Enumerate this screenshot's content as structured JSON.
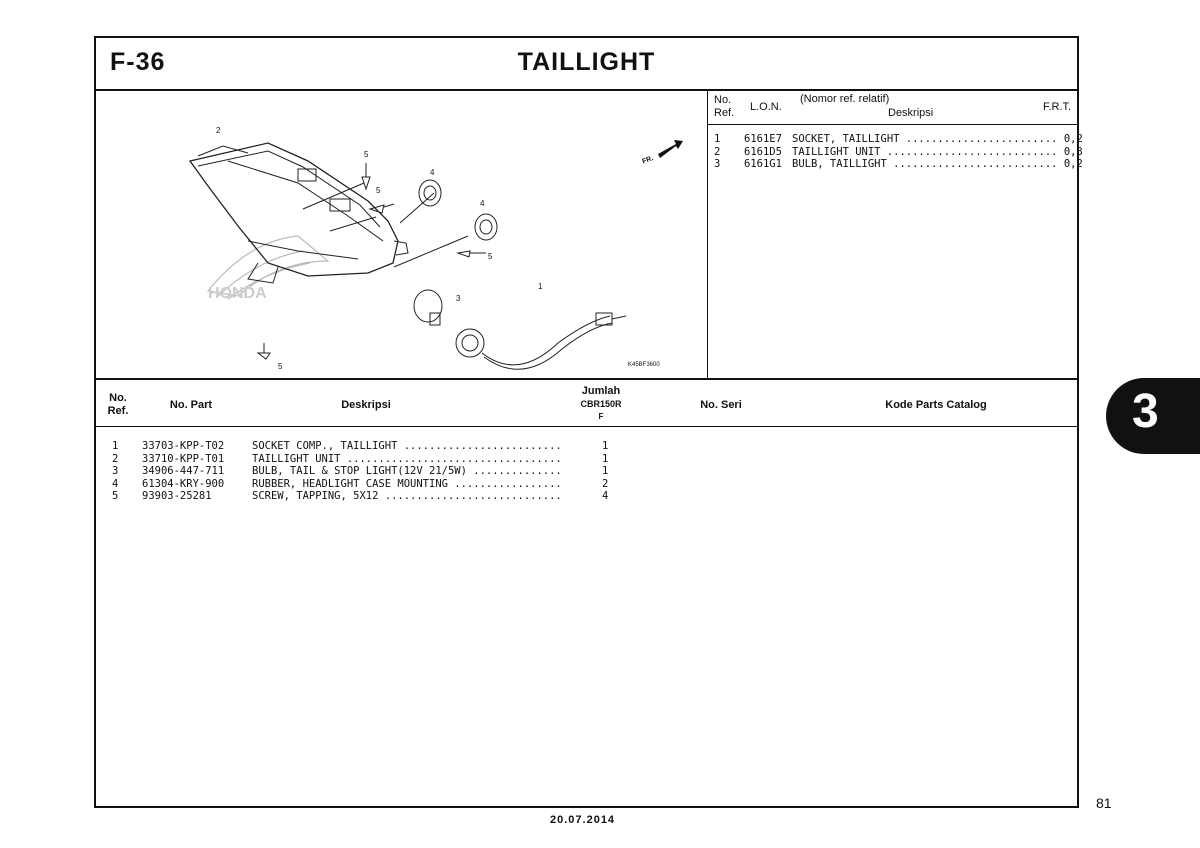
{
  "header": {
    "code": "F-36",
    "title": "TAILLIGHT"
  },
  "diagram": {
    "figure_code": "K45BF3600",
    "front_marker": "FR.",
    "brand_watermark": "HONDA",
    "callouts": [
      "1",
      "2",
      "3",
      "4",
      "4",
      "5",
      "5",
      "5",
      "5"
    ]
  },
  "lon_table": {
    "headers": {
      "no_ref_line1": "No.",
      "no_ref_line2": "Ref.",
      "lon": "L.O.N.",
      "desc_line1": "(Nomor ref. relatif)",
      "desc_line2": "Deskripsi",
      "frt": "F.R.T."
    },
    "rows": [
      {
        "ref": "1",
        "lon": "6161E7",
        "desc": "SOCKET, TAILLIGHT ........................",
        "frt": "0,2"
      },
      {
        "ref": "2",
        "lon": "6161D5",
        "desc": "TAILLIGHT UNIT ...........................",
        "frt": "0,3"
      },
      {
        "ref": "3",
        "lon": "6161G1",
        "desc": "BULB, TAILLIGHT ..........................",
        "frt": "0,2"
      }
    ]
  },
  "parts_table": {
    "headers": {
      "no_ref_line1": "No.",
      "no_ref_line2": "Ref.",
      "no_part": "No. Part",
      "deskripsi": "Deskripsi",
      "jumlah": "Jumlah",
      "model": "CBR150R",
      "variant": "F",
      "no_seri": "No. Seri",
      "kode": "Kode Parts Catalog"
    },
    "rows": [
      {
        "ref": "1",
        "part": "33703-KPP-T02",
        "desc": "SOCKET COMP., TAILLIGHT .........................",
        "qty": "1"
      },
      {
        "ref": "2",
        "part": "33710-KPP-T01",
        "desc": "TAILLIGHT UNIT ..................................",
        "qty": "1"
      },
      {
        "ref": "3",
        "part": "34906-447-711",
        "desc": "BULB, TAIL & STOP LIGHT(12V 21/5W) ..............",
        "qty": "1"
      },
      {
        "ref": "4",
        "part": "61304-KRY-900",
        "desc": "RUBBER, HEADLIGHT CASE MOUNTING .................",
        "qty": "2"
      },
      {
        "ref": "5",
        "part": "93903-25281",
        "desc": "SCREW, TAPPING, 5X12 ............................",
        "qty": "4"
      }
    ]
  },
  "section_tab": "3",
  "footer": {
    "page": "81",
    "date": "20.07.2014"
  }
}
